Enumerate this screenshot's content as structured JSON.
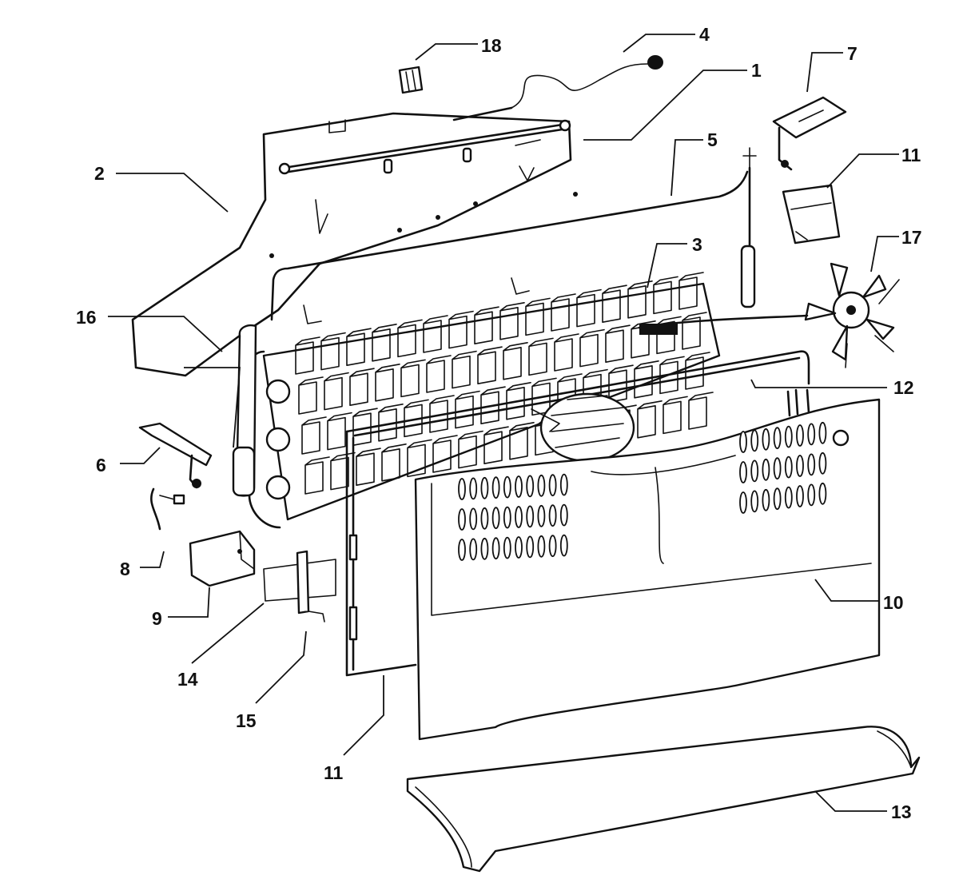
{
  "callouts": {
    "c1": "1",
    "c2": "2",
    "c3": "3",
    "c4": "4",
    "c5": "5",
    "c6": "6",
    "c7": "7",
    "c8": "8",
    "c9": "9",
    "c10": "10",
    "c11_top": "11",
    "c11_bottom": "11",
    "c12": "12",
    "c13": "13",
    "c14": "14",
    "c15": "15",
    "c16": "16",
    "c17": "17",
    "c18": "18"
  }
}
